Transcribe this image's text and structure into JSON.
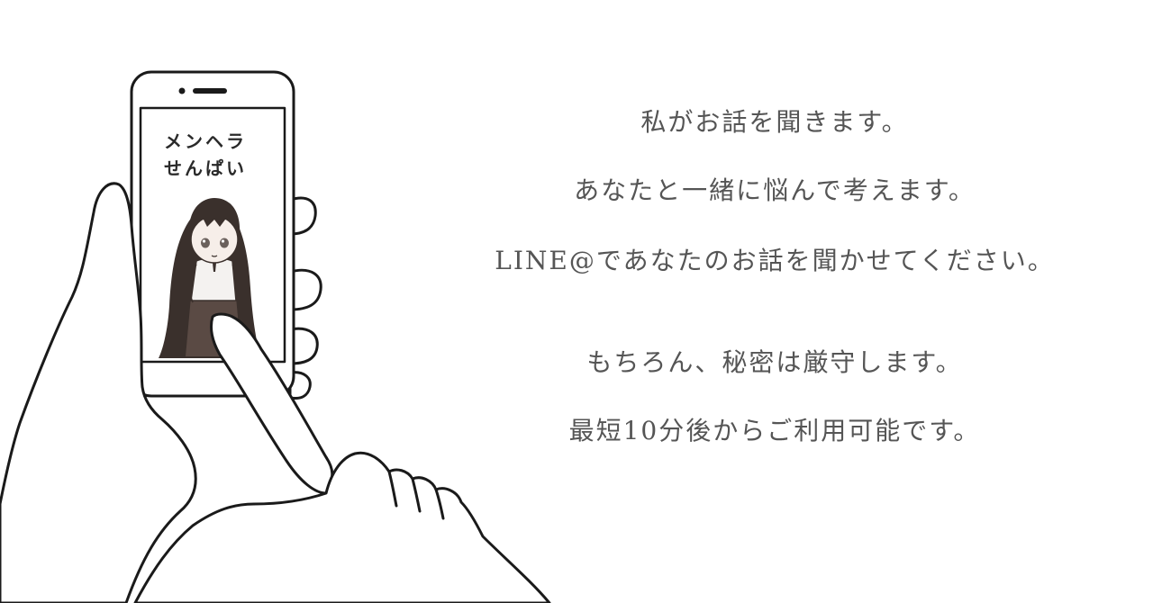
{
  "phone": {
    "app_name_line1": "メンヘラ",
    "app_name_line2": "せんぱい"
  },
  "messages": [
    "私がお話を聞きます。",
    "あなたと一緒に悩んで考えます。",
    "LINE@であなたのお話を聞かせてください。",
    "もちろん、秘密は厳守します。",
    "最短10分後からご利用可能です。"
  ],
  "colors": {
    "background": "#ffffff",
    "line_art": "#1a1a1a",
    "message_text": "#555555",
    "character_hair": "#3a302c"
  }
}
